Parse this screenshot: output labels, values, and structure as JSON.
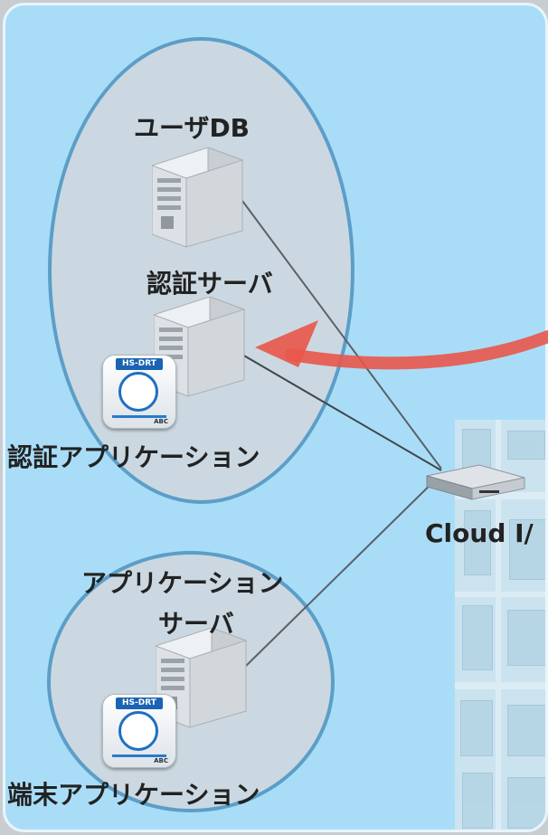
{
  "labels": {
    "user_db": "ユーザDB",
    "auth_server": "認証サーバ",
    "auth_app": "認証アプリケーション",
    "app_server_line1": "アプリケーション",
    "app_server_line2": "サーバ",
    "terminal_app": "端末アプリケーション",
    "cloud": "Cloud I/"
  },
  "app_icon": {
    "tag": "HS-DRT",
    "sub": "ABC"
  },
  "colors": {
    "background": "#a9ddf7",
    "ellipse_border": "#5b9ec8",
    "arrow": "#e8564a"
  }
}
